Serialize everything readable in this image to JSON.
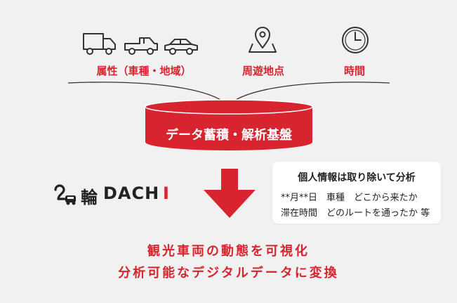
{
  "categories": [
    {
      "label": "属性（車種・地域）",
      "icons": [
        "truck-icon",
        "pickup-truck-icon",
        "car-icon"
      ]
    },
    {
      "label": "周遊地点",
      "icons": [
        "map-pin-icon"
      ]
    },
    {
      "label": "時間",
      "icons": [
        "clock-icon"
      ]
    }
  ],
  "database": {
    "label": "データ蓄積・解析基盤"
  },
  "brand": {
    "name": "輪DACHI",
    "kanji": "輪",
    "latin_pre": "DACH",
    "latin_accent": "I"
  },
  "note": {
    "title": "個人情報は取り除いて分析",
    "line1": "**月**日　車種　どこから来たか",
    "line2": "滞在時間　どのルートを通ったか 等"
  },
  "result": {
    "line1": "観光車両の動態を可視化",
    "line2": "分析可能なデジタルデータに変換"
  },
  "colors": {
    "accent": "#d7242e",
    "text": "#222222",
    "background": "#f1f1f1"
  }
}
